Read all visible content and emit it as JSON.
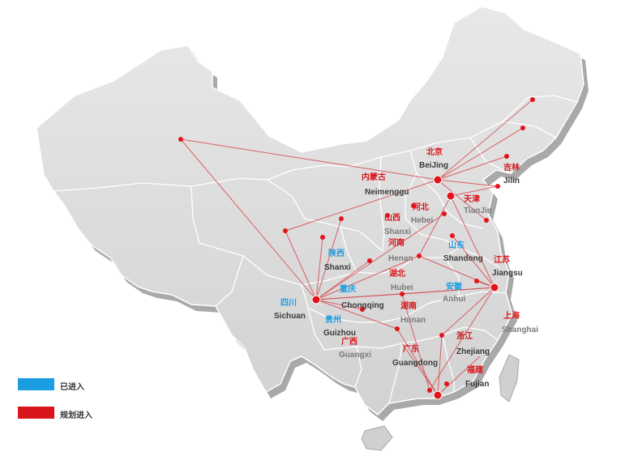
{
  "colors": {
    "entered": "#1a9de1",
    "planned": "#d8161c",
    "land": "#dcdcdc",
    "border": "#ffffff",
    "line": "#d64a4f",
    "hub": "#e2131a"
  },
  "legend": [
    {
      "label": "已进入",
      "color": "#1a9de1"
    },
    {
      "label": "规划进入",
      "color": "#d8161c"
    }
  ],
  "provinces": [
    {
      "key": "beijing",
      "cn": "北京",
      "en": "BeiJing",
      "status": "planned"
    },
    {
      "key": "jilin",
      "cn": "吉林",
      "en": "Jilin",
      "status": "planned"
    },
    {
      "key": "neimenggu",
      "cn": "内蒙古",
      "en": "Neimenggu",
      "status": "planned"
    },
    {
      "key": "tianjin",
      "cn": "天津",
      "en": "TianJin",
      "status": "planned"
    },
    {
      "key": "hebei",
      "cn": "河北",
      "en": "Hebei",
      "status": "planned"
    },
    {
      "key": "shanxi",
      "cn": "山西",
      "en": "Shanxi",
      "status": "planned"
    },
    {
      "key": "henan",
      "cn": "河南",
      "en": "Henan",
      "status": "planned"
    },
    {
      "key": "shandong",
      "cn": "山东",
      "en": "Shandong",
      "status": "entered"
    },
    {
      "key": "shaanxi",
      "cn": "陕西",
      "en": "Shanxi",
      "status": "entered"
    },
    {
      "key": "jiangsu",
      "cn": "江苏",
      "en": "Jiangsu",
      "status": "planned"
    },
    {
      "key": "hubei",
      "cn": "湖北",
      "en": "Hubei",
      "status": "planned"
    },
    {
      "key": "anhui",
      "cn": "安徽",
      "en": "Anhui",
      "status": "entered"
    },
    {
      "key": "sichuan",
      "cn": "四川",
      "en": "Sichuan",
      "status": "entered"
    },
    {
      "key": "chongqing",
      "cn": "重庆",
      "en": "Chongqing",
      "status": "entered"
    },
    {
      "key": "hunan",
      "cn": "湖南",
      "en": "Hunan",
      "status": "planned"
    },
    {
      "key": "shanghai",
      "cn": "上海",
      "en": "Shanghai",
      "status": "planned"
    },
    {
      "key": "guizhou",
      "cn": "贵州",
      "en": "Guizhou",
      "status": "entered"
    },
    {
      "key": "guangxi",
      "cn": "广西",
      "en": "Guangxi",
      "status": "planned"
    },
    {
      "key": "zhejiang",
      "cn": "浙江",
      "en": "Zhejiang",
      "status": "planned"
    },
    {
      "key": "guangdong",
      "cn": "广东",
      "en": "Guangdong",
      "status": "planned"
    },
    {
      "key": "fujian",
      "cn": "福建",
      "en": "Fujian",
      "status": "planned"
    }
  ]
}
